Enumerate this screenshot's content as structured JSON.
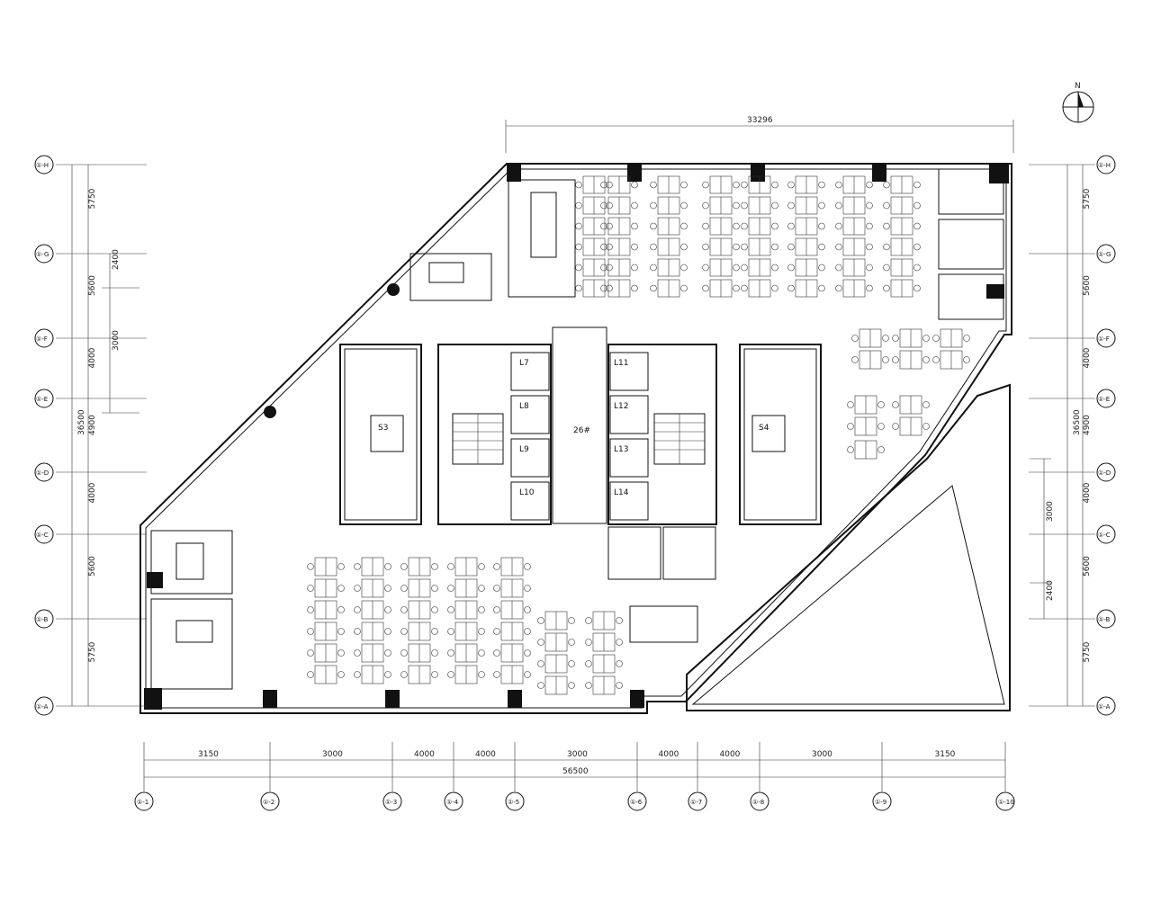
{
  "north_label": "N",
  "top_overall_dimension": "33296",
  "bottom_dimensions": [
    "3150",
    "3000",
    "4000",
    "4000",
    "3000",
    "4000",
    "4000",
    "3000",
    "3150"
  ],
  "bottom_overall_dimension": "56500",
  "bottom_axes": [
    "①-1",
    "①-2",
    "①-3",
    "①-4",
    "①-5",
    "①-6",
    "①-7",
    "①-8",
    "①-9",
    "①-10"
  ],
  "left_dimensions": [
    "5750",
    "5600",
    "4000",
    "4900",
    "4000",
    "5600",
    "5750"
  ],
  "left_overall_dimension": "36500",
  "left_inner_dimensions": [
    "2400",
    "3000"
  ],
  "right_dimensions": [
    "5750",
    "5600",
    "4000",
    "4900",
    "4000",
    "5600",
    "5750"
  ],
  "right_overall_dimension": "36500",
  "right_inner_dimensions": [
    "3000",
    "2400"
  ],
  "axes_left": [
    "①-H",
    "①-G",
    "①-F",
    "①-E",
    "①-D",
    "①-C",
    "①-B",
    "①-A"
  ],
  "axes_right": [
    "①-H",
    "①-G",
    "①-F",
    "①-E",
    "①-D",
    "①-C",
    "①-B",
    "①-A"
  ],
  "rooms": {
    "lift_left": [
      "L7",
      "L8",
      "L9",
      "L10"
    ],
    "lift_right": [
      "L11",
      "L12",
      "L13",
      "L14"
    ],
    "stair_left": "S3",
    "stair_right": "S4",
    "core_lobby": "26#"
  }
}
